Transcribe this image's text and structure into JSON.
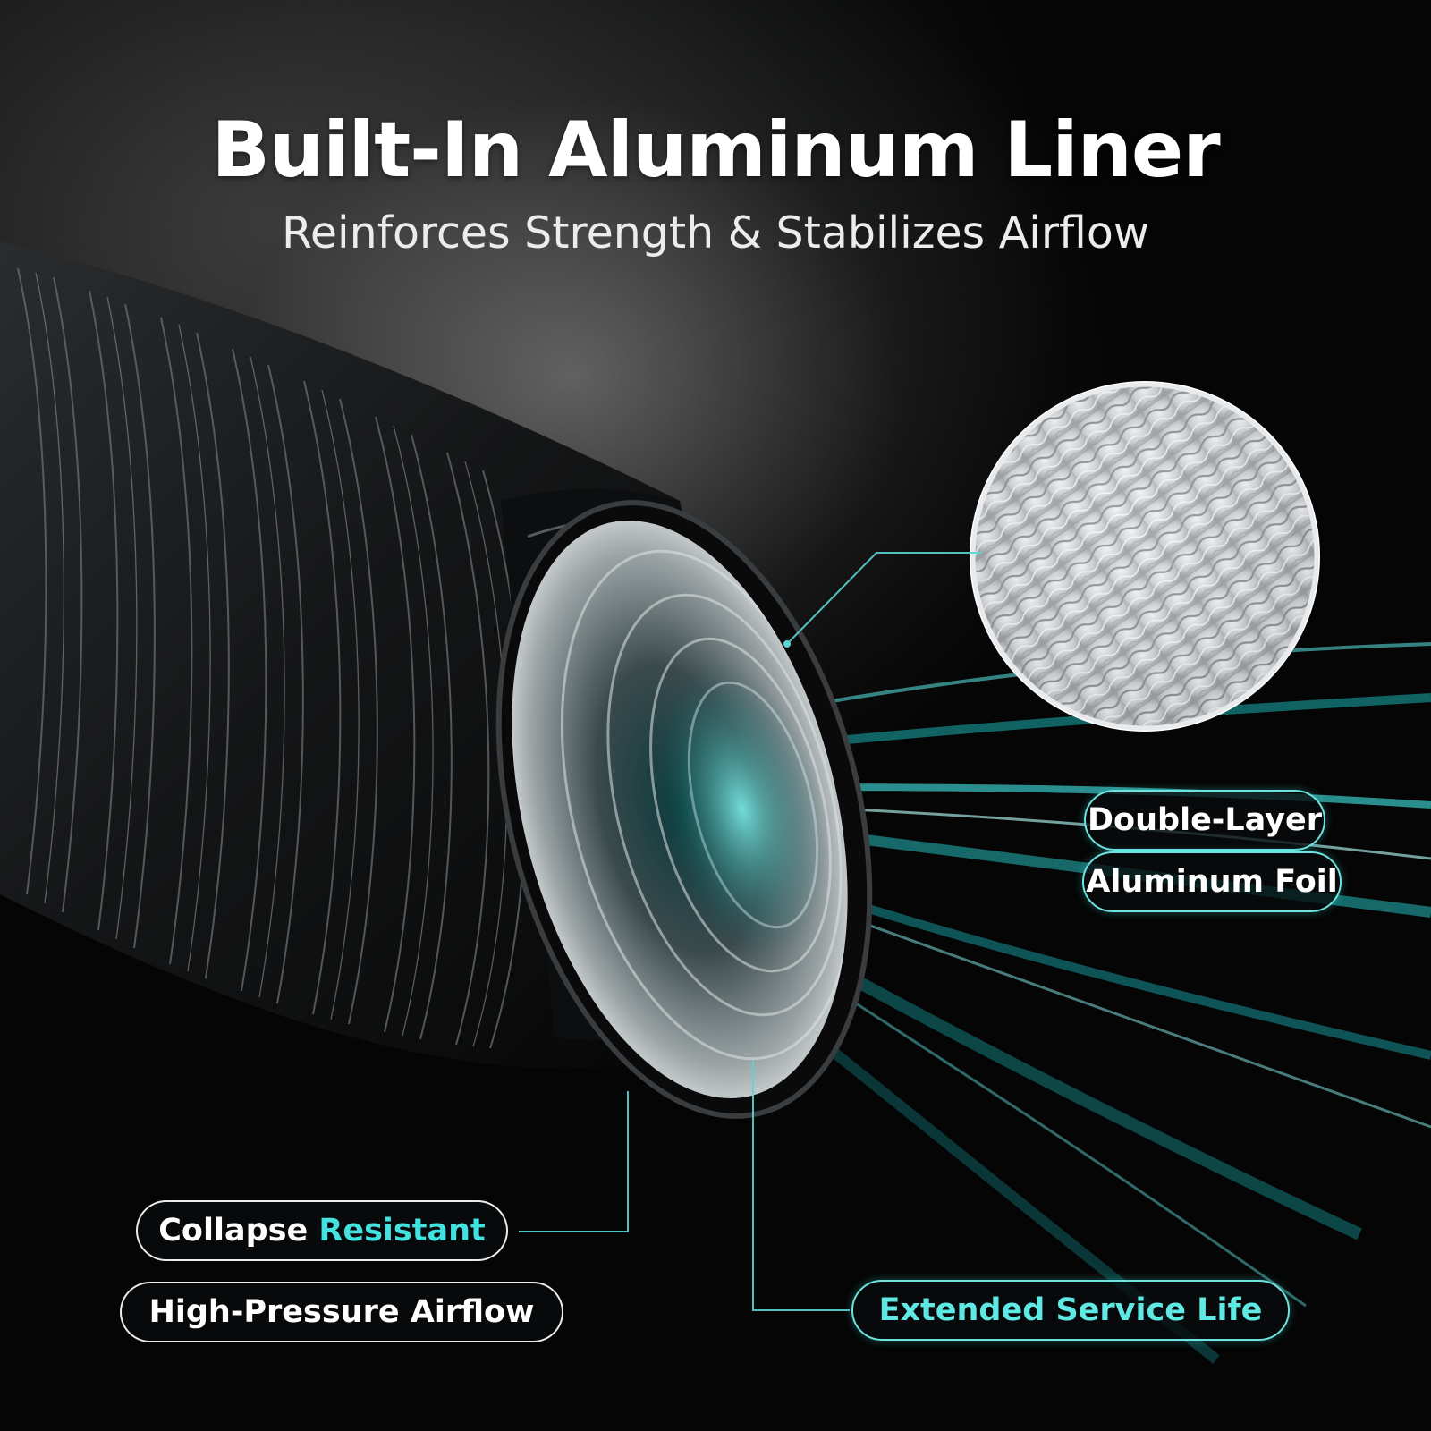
{
  "header": {
    "title": "Built-In Aluminum Liner",
    "subtitle": "Reinforces Strength & Stabilizes Airflow"
  },
  "callouts": {
    "double_layer": "Double-Layer",
    "aluminum_foil": "Aluminum Foil",
    "collapse": "Collapse",
    "resistant": "Resistant",
    "high_pressure": "High-Pressure Airflow",
    "service_life": "Extended Service Life"
  },
  "colors": {
    "accent_teal": "#43e1df",
    "hose_black": "#141516",
    "foil_silver": "#d8dadc",
    "background": "#0b0c0d"
  },
  "icons": {
    "hose": "duct-hose-illustration",
    "foil_zoom": "aluminum-foil-magnifier",
    "airflow": "airflow-streaks"
  }
}
